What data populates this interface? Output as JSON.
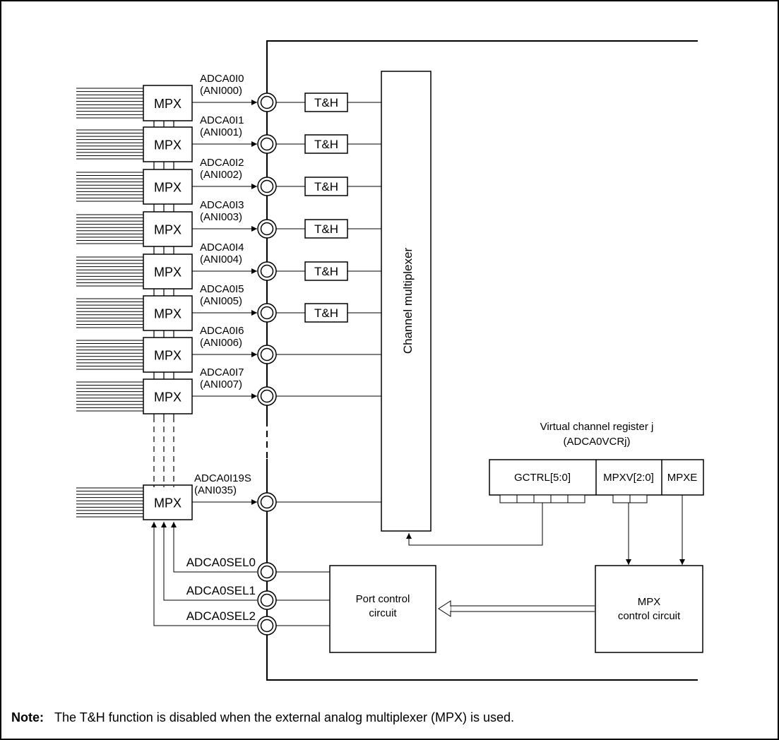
{
  "mpx_label": "MPX",
  "th_label": "T&H",
  "channel_multiplexer": "Channel multiplexer",
  "channels": [
    {
      "name": "ADCA0I0",
      "ani": "(ANI000)",
      "th": true
    },
    {
      "name": "ADCA0I1",
      "ani": "(ANI001)",
      "th": true
    },
    {
      "name": "ADCA0I2",
      "ani": "(ANI002)",
      "th": true
    },
    {
      "name": "ADCA0I3",
      "ani": "(ANI003)",
      "th": true
    },
    {
      "name": "ADCA0I4",
      "ani": "(ANI004)",
      "th": true
    },
    {
      "name": "ADCA0I5",
      "ani": "(ANI005)",
      "th": true
    },
    {
      "name": "ADCA0I6",
      "ani": "(ANI006)",
      "th": false
    },
    {
      "name": "ADCA0I7",
      "ani": "(ANI007)",
      "th": false
    },
    {
      "name": "ADCA0I19S",
      "ani": "(ANI035)",
      "th": false
    }
  ],
  "register": {
    "title_line1": "Virtual channel register j",
    "title_line2": "(ADCA0VCRj)",
    "fields": [
      "GCTRL[5:0]",
      "MPXV[2:0]",
      "MPXE"
    ]
  },
  "selects": [
    "ADCA0SEL0",
    "ADCA0SEL1",
    "ADCA0SEL2"
  ],
  "port_control": {
    "line1": "Port control",
    "line2": "circuit"
  },
  "mpx_control": {
    "line1": "MPX",
    "line2": "control circuit"
  },
  "note": {
    "label": "Note:",
    "text": "The T&H function is disabled when the external analog multiplexer (MPX) is used."
  }
}
